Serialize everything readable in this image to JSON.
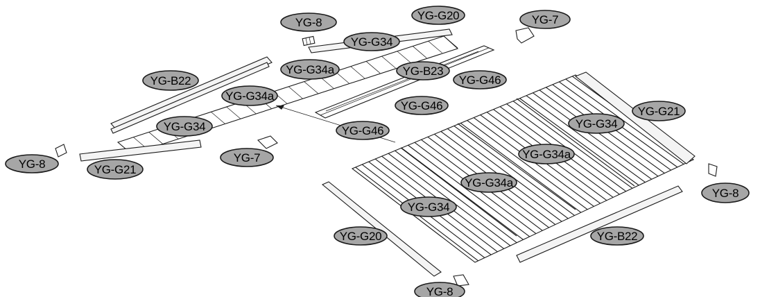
{
  "title": "",
  "parts": {
    "yg8_top": "YG-8",
    "yg20_top": "YG-G20",
    "yg7_top": "YG-7",
    "yg34_top": "YG-G34",
    "yg34a_top1": "YG-G34a",
    "yg22_left": "YG-B22",
    "yg23": "YG-B23",
    "yg46_a": "YG-G46",
    "yg34a_top2": "YG-G34a",
    "yg46_b": "YG-G46",
    "yg21_right": "YG-G21",
    "yg34_left": "YG-G34",
    "yg46_c": "YG-G46",
    "yg34_right": "YG-G34",
    "yg8_left": "YG-8",
    "yg7_mid": "YG-7",
    "yg21_left": "YG-G21",
    "yg34a_r": "YG-G34a",
    "yg34a_c": "YG-G34a",
    "yg8_right": "YG-8",
    "yg34_bot": "YG-G34",
    "yg20_bot": "YG-G20",
    "yg22_bot": "YG-B22",
    "yg8_bot": "YG-8"
  }
}
